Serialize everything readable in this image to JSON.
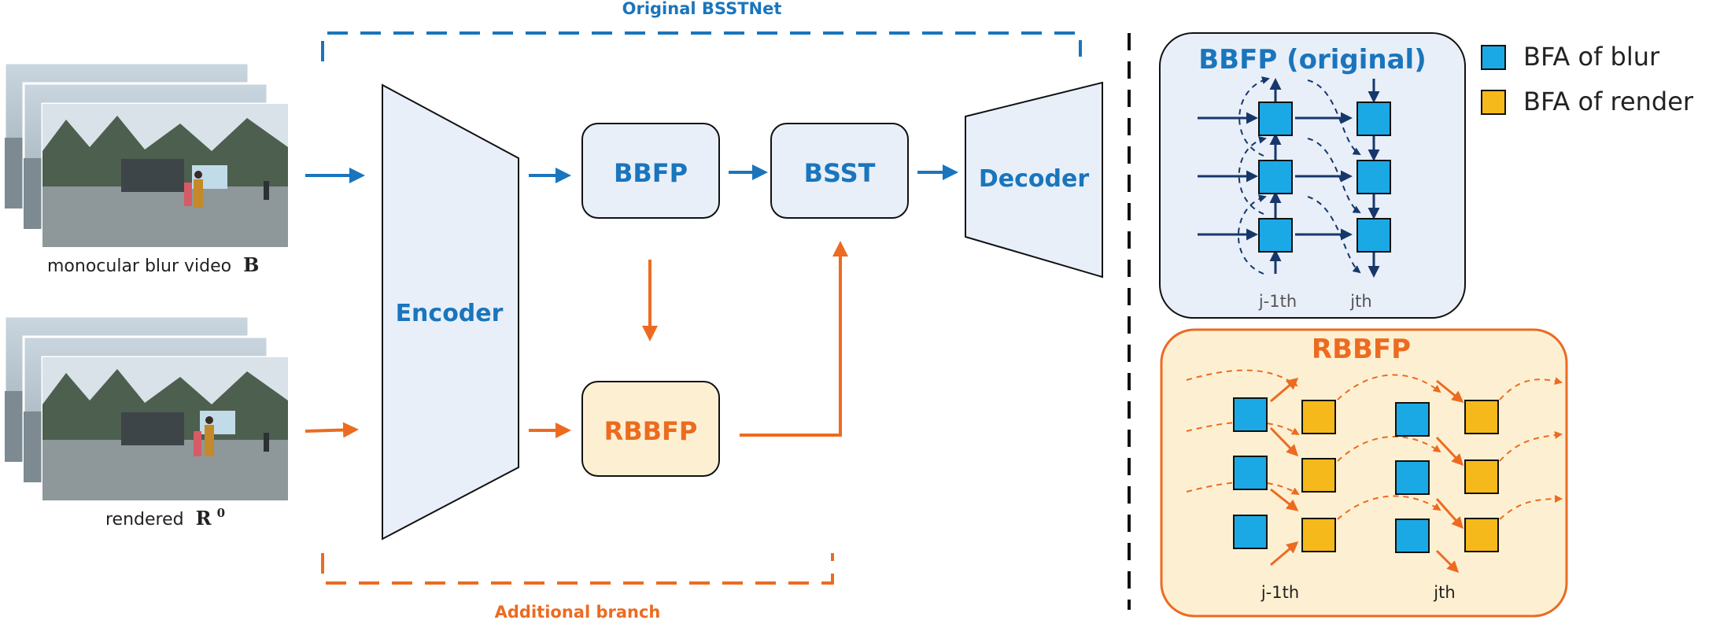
{
  "colors": {
    "blue": "#1a75bc",
    "orange": "#ec6b21",
    "box_fill_blue": "#e8eff9",
    "box_fill_orange": "#fdf0d2",
    "bfa_blue": "#1ba9e5",
    "bfa_yellow": "#f6b91b",
    "navy": "#17376b",
    "dark": "#222222"
  },
  "labels": {
    "original_net": "Original BSSTNet",
    "additional_branch": "Additional branch",
    "encoder": "Encoder",
    "decoder": "Decoder",
    "bbfp": "BBFP",
    "bsst": "BSST",
    "rbbfp": "RBBFP",
    "input_blur_text": "monocular blur video",
    "input_blur_symbol": "B",
    "input_render_text": "rendered",
    "input_render_symbol": "R",
    "input_render_sup": "0"
  },
  "legend": {
    "blur": "BFA of blur",
    "render": "BFA of render"
  },
  "panels": {
    "bbfp_title": "BBFP (original)",
    "rbbfp_title": "RBBFP",
    "col_prev": "j-1th",
    "col_cur": "jth"
  }
}
